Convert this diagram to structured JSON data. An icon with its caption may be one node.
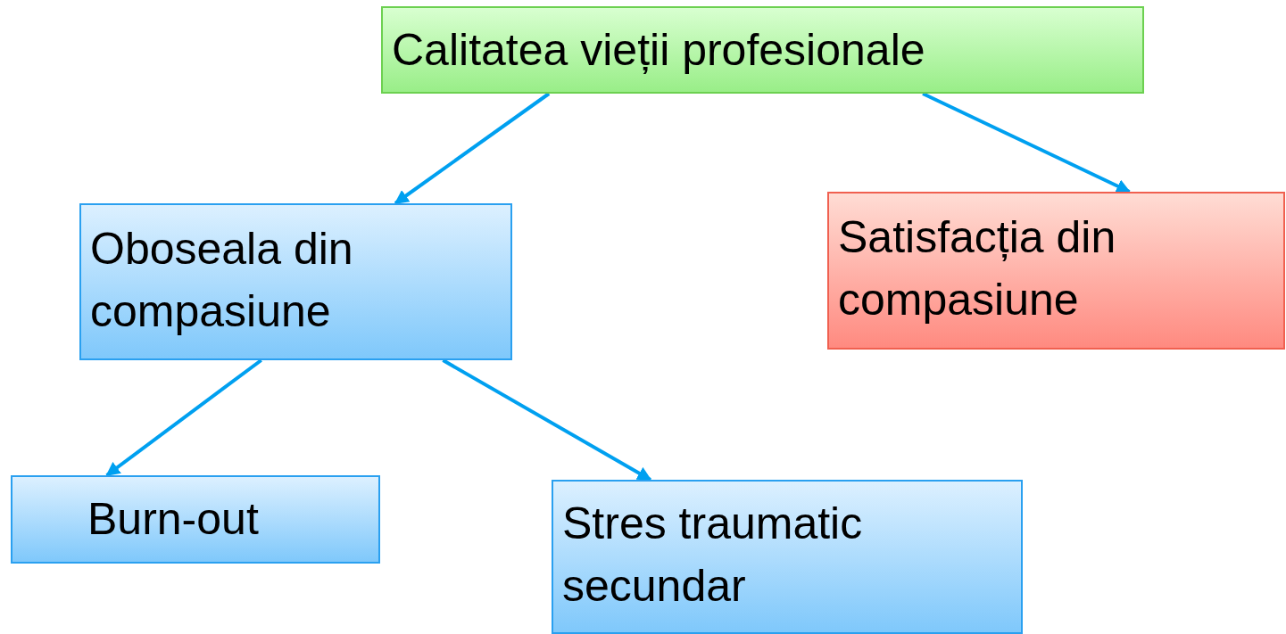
{
  "diagram": {
    "nodes": [
      {
        "text": [
          "Calitatea vieții profesionale"
        ]
      },
      {
        "text": [
          "Oboseala din compasiune"
        ]
      },
      {
        "text": [
          "Satisfacția din compasiune"
        ]
      },
      {
        "text": [
          "Burn-out"
        ]
      },
      {
        "text": [
          "Stres traumatic secundar"
        ]
      }
    ],
    "edges": [
      {
        "from": 0,
        "to": 1,
        "arrow": "to"
      },
      {
        "from": 0,
        "to": 2,
        "arrow": "to"
      },
      {
        "from": 1,
        "to": 3,
        "arrow": "to"
      },
      {
        "from": 1,
        "to": 4,
        "arrow": "to"
      }
    ]
  }
}
